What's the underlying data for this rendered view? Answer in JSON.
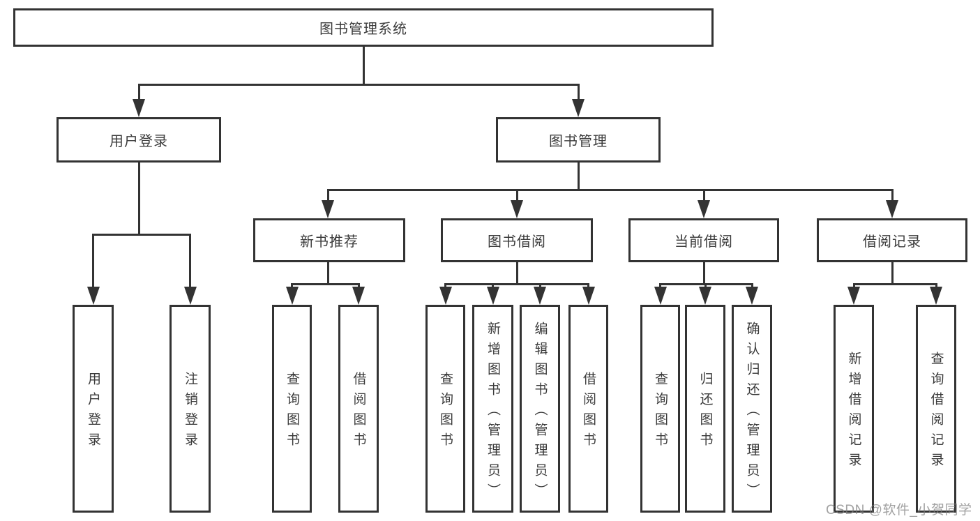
{
  "diagram": {
    "title_node": "图书管理系统",
    "root": {
      "label": "图书管理系统"
    },
    "level1": [
      {
        "label": "用户登录",
        "leaves": [
          "用户登录",
          "注销登录"
        ]
      },
      {
        "label": "图书管理",
        "groups": [
          {
            "label": "新书推荐",
            "leaves": [
              "查询图书",
              "借阅图书"
            ]
          },
          {
            "label": "图书借阅",
            "leaves": [
              "查询图书",
              "新增图书（管理员）",
              "编辑图书（管理员）",
              "借阅图书"
            ]
          },
          {
            "label": "当前借阅",
            "leaves": [
              "查询图书",
              "归还图书",
              "确认归还（管理员）"
            ]
          },
          {
            "label": "借阅记录",
            "leaves": [
              "新增借阅记录",
              "查询借阅记录"
            ]
          }
        ]
      }
    ]
  },
  "watermark": {
    "text": "CSDN @软件_小贺同学",
    "color": "#7d7d7d"
  },
  "colors": {
    "line": "#333333",
    "text": "#3b3b3b",
    "background": "#ffffff"
  }
}
